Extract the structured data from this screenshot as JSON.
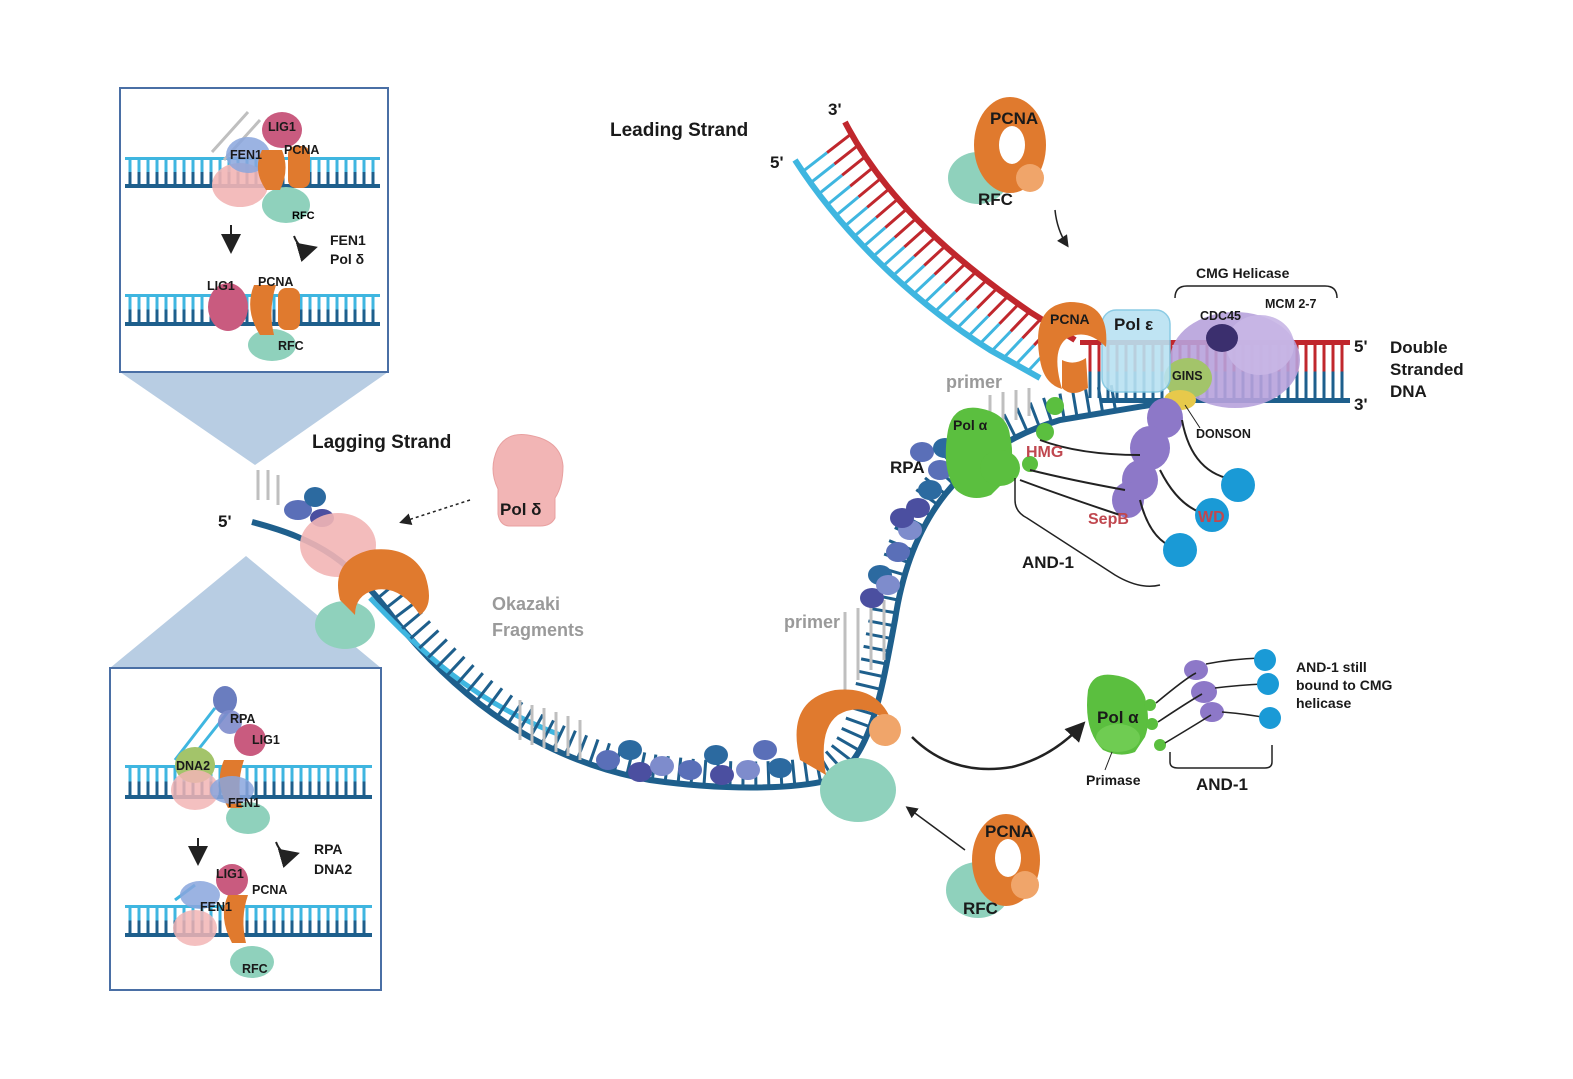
{
  "labels": {
    "leading_strand": "Leading Strand",
    "lagging_strand": "Lagging Strand",
    "okazaki_line1": "Okazaki",
    "okazaki_line2": "Fragments",
    "prime3": "3'",
    "prime5": "5'",
    "double_stranded_line1": "Double",
    "double_stranded_line2": "Stranded",
    "double_stranded_line3": "DNA",
    "cmg_helicase": "CMG Helicase",
    "cdc45": "CDC45",
    "mcm": "MCM 2-7",
    "gins": "GINS",
    "donson": "DONSON",
    "pcna": "PCNA",
    "rfc": "RFC",
    "pol_epsilon": "Pol ε",
    "pol_alpha": "Pol α",
    "pol_delta": "Pol δ",
    "primer": "primer",
    "rpa": "RPA",
    "hmg": "HMG",
    "sepb": "SepB",
    "wd": "WD",
    "and1": "AND-1",
    "primase": "Primase",
    "and1_note_line1": "AND-1 still",
    "and1_note_line2": "bound to CMG",
    "and1_note_line3": "helicase"
  },
  "top_inset": {
    "lig1": "LIG1",
    "fen1": "FEN1",
    "pcna": "PCNA",
    "rfc": "RFC",
    "released_line1": "FEN1",
    "released_line2": "Pol δ"
  },
  "bottom_inset": {
    "rpa": "RPA",
    "lig1": "LIG1",
    "dna2": "DNA2",
    "fen1": "FEN1",
    "pcna": "PCNA",
    "rfc": "RFC",
    "released_line1": "RPA",
    "released_line2": "DNA2"
  },
  "colors": {
    "leading_red": "#c0272d",
    "light_blue": "#3fb6e0",
    "dark_blue": "#1e5f8c",
    "pcna_orange": "#e07a2e",
    "rfc_green": "#8fd1bc",
    "pol_alpha_green": "#5bbf3f",
    "rpa_purple": "#5a6fb8",
    "and1_purple": "#8d78c8",
    "cmg_lilac": "#b7a2dc",
    "pol_delta_pink": "#f2b5b5",
    "ball_blue": "#1a9ad6"
  }
}
